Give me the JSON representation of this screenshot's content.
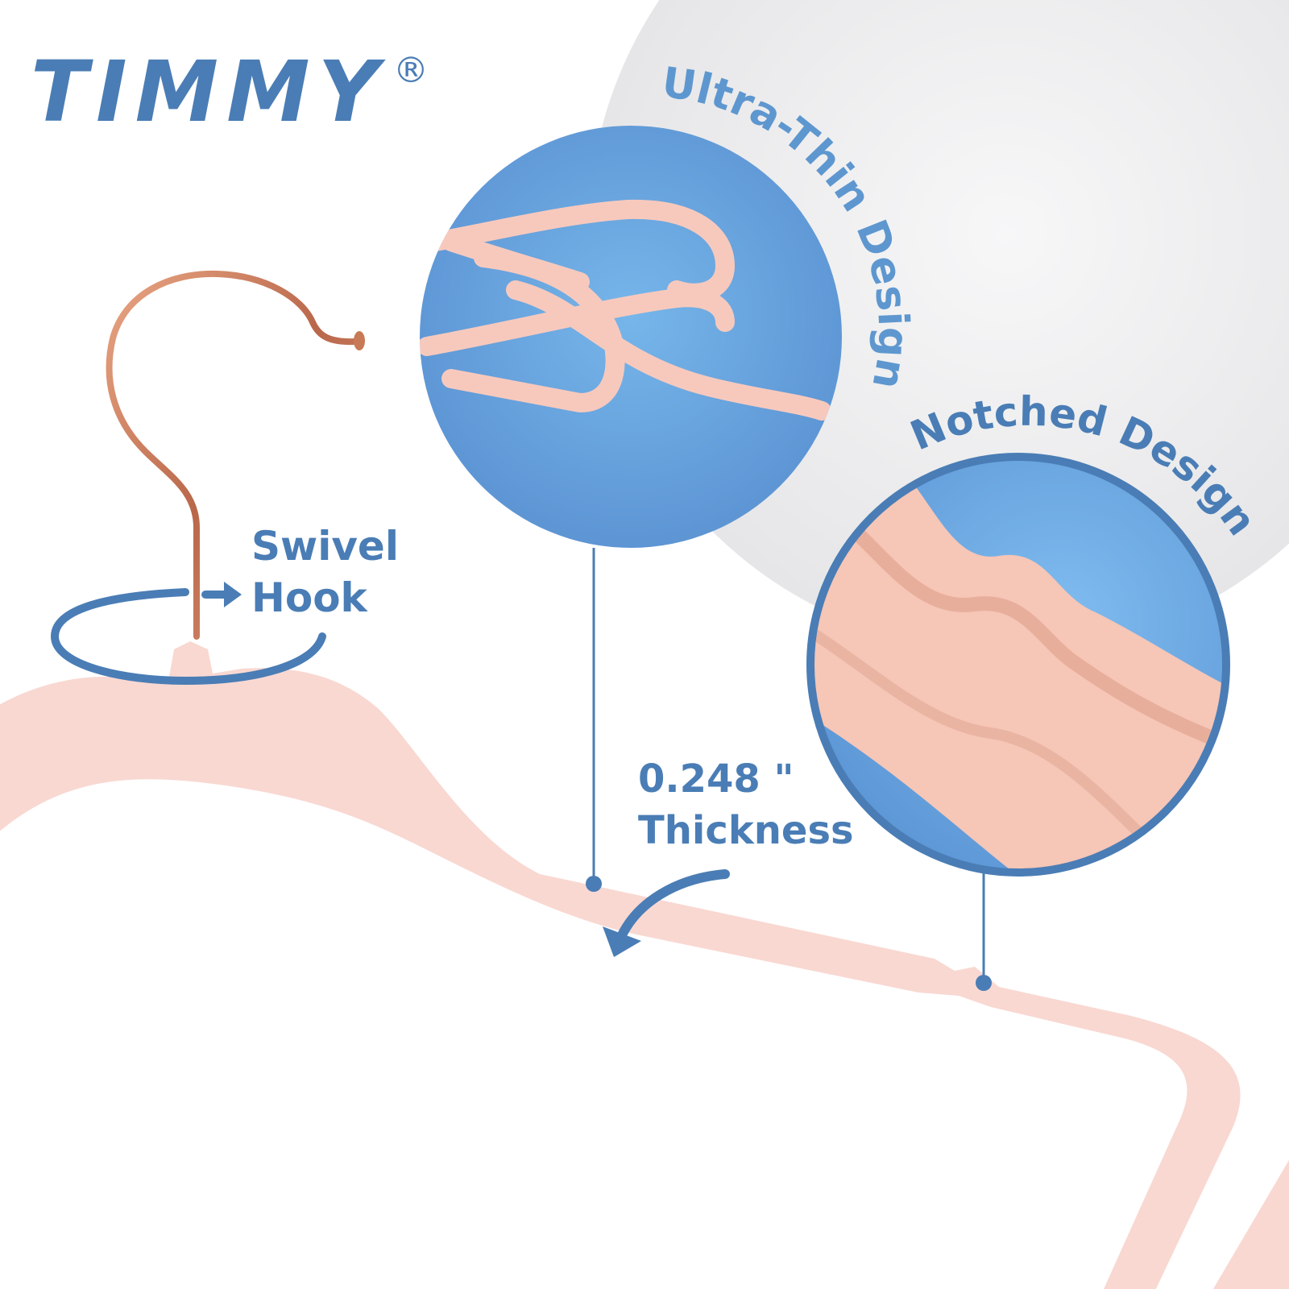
{
  "brand": {
    "name": "TIMMY",
    "registered_mark": "®"
  },
  "callouts": {
    "ultra_thin": "Ultra-Thin Design",
    "notched": "Notched Design",
    "swivel_line1": "Swivel",
    "swivel_line2": "Hook",
    "thickness_value": "0.248 \"",
    "thickness_label": "Thickness"
  },
  "colors": {
    "brand_blue": "#4a7db5",
    "hanger_pink": "#f9d8d2",
    "hook_copper": "#c77a55",
    "zoom_blue": "#6ea3dd",
    "backdrop_grey": "#ececee"
  }
}
